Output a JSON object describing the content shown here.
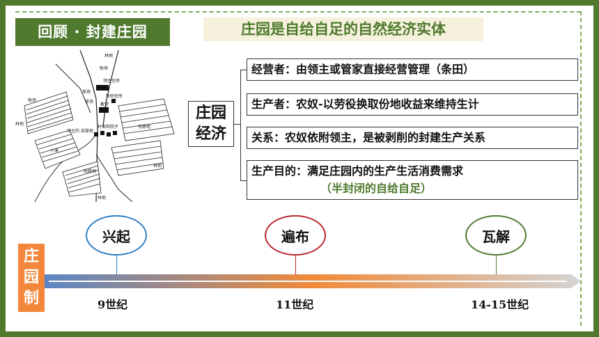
{
  "header": {
    "review_label": "回顾 · 封建庄园",
    "title": "庄园是自给自足的自然经济实体"
  },
  "map": {
    "labels": {
      "forest_top": "林地",
      "pasture_top": "牧场",
      "lord_house": "领主住所",
      "priest_house": "牧师住所",
      "church": "教堂",
      "meadow_right": "草场",
      "meadow_mid": "草场",
      "pasture_left": "牧场",
      "forest_left": "林地",
      "lord_demesne": "领主的\n自营地",
      "village": "村舍和院子",
      "stream": "小溪",
      "south_field": "南耕地",
      "forest_bottom": "林地",
      "forest_right": "林地",
      "east_field": "东耕地"
    }
  },
  "economy": {
    "label_line1": "庄园",
    "label_line2": "经济",
    "items": [
      {
        "text": "经营者：由领主或管家直接经营管理（条田）"
      },
      {
        "text": "生产者：农奴-以劳役换取份地收益来维持生计"
      },
      {
        "text": "关系：农奴依附领主，是被剥削的封建生产关系"
      },
      {
        "text": "生产目的：满足庄园内的生产生活消费需求",
        "sub": "（半封闭的自给自足）"
      }
    ]
  },
  "timeline": {
    "label": [
      "庄",
      "园",
      "制"
    ],
    "stages": [
      {
        "name": "兴起",
        "century": "9世纪",
        "color": "#2d7fc4"
      },
      {
        "name": "遍布",
        "century": "11世纪",
        "color": "#b8262e"
      },
      {
        "name": "瓦解",
        "century": "14-15世纪",
        "color": "#4f7a2e"
      }
    ],
    "colors": {
      "start": "#5b87c5",
      "middle": "#f08a3a",
      "end": "#d4d4d4"
    }
  }
}
